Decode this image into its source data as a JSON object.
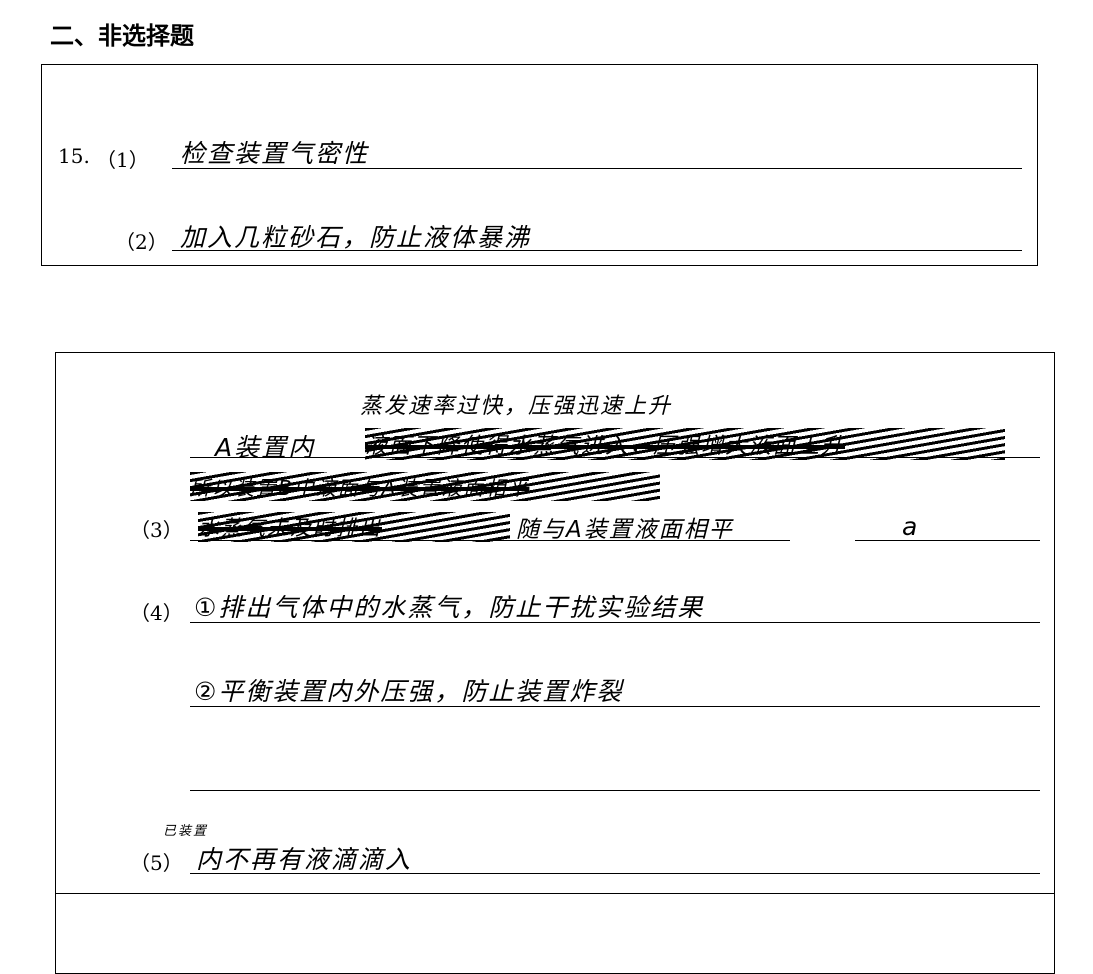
{
  "section_title": "二、非选择题",
  "q15": {
    "number": "15.",
    "parts": [
      {
        "label": "（1）",
        "answer": "检查装置气密性"
      },
      {
        "label": "（2）",
        "answer": "加入几粒砂石，防止液体暴沸"
      }
    ]
  },
  "q_next": {
    "part3": {
      "label": "（3）",
      "insertion": "蒸发速率过快，压强迅速上升",
      "line1_prefix": "A装置内",
      "line1_struck": "液面下降使得水蒸气进入，压强增大液面上升",
      "line2_struck": "所以装置B中液面与A装置液面相平",
      "line3_struck": "水蒸气未及时排出",
      "line3_answer": "随与A装置液面相平",
      "side_answer": "a"
    },
    "part4": {
      "label": "（4）",
      "answer1": "①排出气体中的水蒸气，防止干扰实验结果",
      "answer2": "②平衡装置内外压强，防止装置炸裂"
    },
    "part5": {
      "label": "（5）",
      "insertion": "已装置",
      "answer": "内不再有液滴滴入"
    }
  }
}
